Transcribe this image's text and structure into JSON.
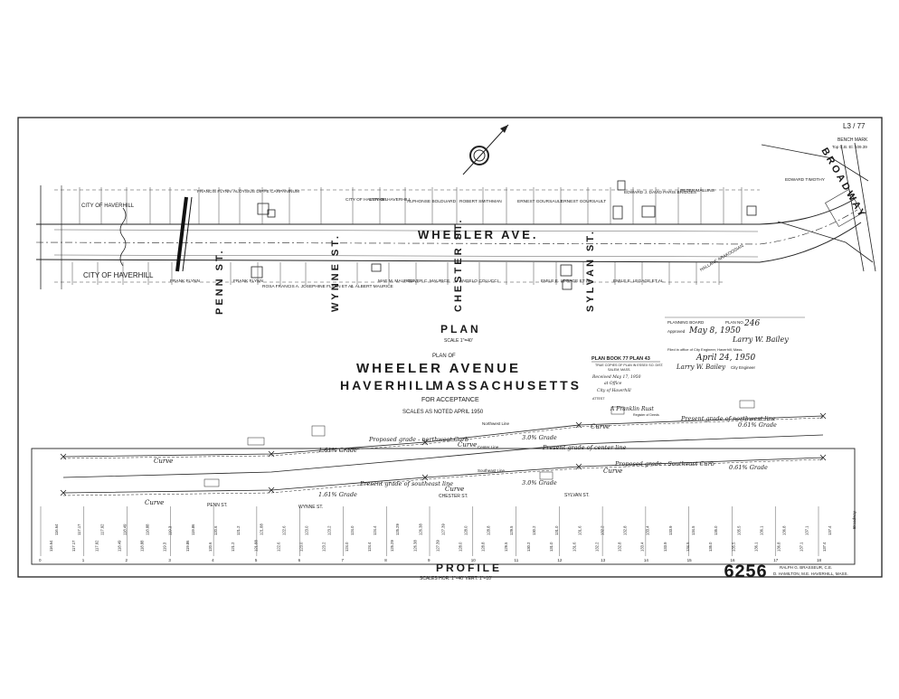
{
  "sheet": {
    "corner_ref": "L3 / 77",
    "plan_number": "6256",
    "bench_mark": "BENCH MARK",
    "bench_mark_detail": "Top C.B. El. 109.39"
  },
  "plan_view": {
    "street_name": "WHEELER AVE.",
    "broadway": "BROADWAY",
    "penn": "PENN ST.",
    "wynne": "WYNNE ST.",
    "chester": "CHESTER ST.",
    "sylvan": "SYLVAN ST.",
    "haverhill_north": "CITY OF HAVERHILL",
    "haverhill_south": "CITY OF HAVERHILL",
    "owners_north": [
      "FRANCIS FLYNN",
      "ALOYSIUS DIPPE CARPANINUM",
      "CITY OF HAVERHILL",
      "CITY OF HAVERHILL",
      "ALPHONSE BOLDUARD",
      "ROBERT SMITHMAN",
      "ERNEST GOURSAULT",
      "ERNEST GOURSAULT",
      "EDWARD J. DAVID PARIS BRIDGES",
      "PETER MALLINS",
      "EDWARD TIMOTHY"
    ],
    "owners_south": [
      "FRANK FLYNN",
      "FRANK FLYNN",
      "ROSA FRANCIS A. JOSEPHINE FLYNN ET AL",
      "J. ALBERT MAURICE",
      "MAE M. MAURICE",
      "OLIVER C. MAURICE",
      "ANGELO COLUCCI",
      "EMILE E. LEGAGE ET AL",
      "EMILE E. LEGAGE ET AL",
      "HALLANE ARAKOOSIAN"
    ],
    "plan_title": "PLAN",
    "plan_scale": "SCALE 1\"=40'"
  },
  "title_block": {
    "line1": "PLAN OF",
    "line2": "WHEELER AVENUE",
    "line3a": "HAVERHILL",
    "line3b": "MASSACHUSETTS",
    "line4": "FOR ACCEPTANCE",
    "line5": "SCALES AS NOTED     APRIL 1950"
  },
  "approval": {
    "board": "PLANNING BOARD",
    "plan_no_label": "PLAN NO.",
    "plan_no": "246",
    "approved_label": "Approved",
    "approved_date": "May 8, 1950",
    "signature1": "Larry W. Bailey",
    "filed_note": "Filed in office of City Engineer, Haverhill, Mass.",
    "date2": "April 24, 1950",
    "signature2": "Larry W. Bailey",
    "engineer": "City Engineer"
  },
  "plan_book": {
    "title": "PLAN BOOK 77 PLAN 43",
    "line1": "TRUE COPIES OF PLAN IN ESSEX SO. DIST.",
    "line2": "SALEM, MASS.",
    "line3": "Received  May 17, 1950",
    "line4": "at Office",
    "line5": "City of Haverhill",
    "line6": "ATTEST",
    "signature": "A Franklin Rust",
    "register": "Register of Deeds"
  },
  "profile": {
    "title": "PROFILE",
    "scale": "SCALES HOR. 1\"=40'  VERT. 1\"=10'",
    "labels": {
      "nw_line": "Northwest Line",
      "center_line": "Center Line",
      "se_line": "Southeast Line",
      "prop_nw": "Proposed grade - northwest Curb",
      "prop_se": "Proposed grade - Southeast Curb",
      "present_nw": "Present grade of northwest line",
      "present_cl": "Present grade of center line",
      "present_se": "Present grade of southeast line",
      "grade_161_a": "1.61% Grade",
      "grade_161_b": "1.61% Grade",
      "grade_30_a": "3.0% Grade",
      "grade_30_b": "3.0% Grade",
      "grade_061_a": "0.61% Grade",
      "grade_061_b": "0.61% Grade",
      "curve_1": "Curve",
      "curve_2": "Curve",
      "curve_3": "Curve",
      "curve_4": "Curve",
      "curve_5": "Curve",
      "curve_6": "Curve",
      "penn_st": "PENN ST.",
      "wynne_st": "WYNNE ST.",
      "chester_st": "CHESTER ST.",
      "sylvan_st": "SYLVAN ST.",
      "broadway_note": "Broadway"
    },
    "elevations_top": [
      "116.64",
      "117.17",
      "117.92",
      "118.49",
      "118.88",
      "119.3",
      "119.86",
      "120.6",
      "121.2",
      "121.88",
      "122.6",
      "123.0",
      "123.2",
      "124.0",
      "124.4",
      "125.29",
      "126.38",
      "127.39",
      "128.0",
      "128.8",
      "129.5",
      "130.2",
      "131.0",
      "131.6",
      "132.2",
      "132.8",
      "133.4",
      "133.9",
      "134.5",
      "135.0",
      "135.5",
      "136.1",
      "136.8",
      "137.1",
      "137.4"
    ],
    "stations": [
      "0",
      "1",
      "2",
      "3",
      "4",
      "5",
      "6",
      "7",
      "8",
      "9",
      "10",
      "11",
      "12",
      "13",
      "14",
      "15",
      "16",
      "17",
      "18"
    ]
  },
  "engineer_block": {
    "line1": "RALPH G. BRASSEUR, C.E.",
    "line2": "D. HAMILTON, M.E.  HAVERHILL, MASS."
  }
}
